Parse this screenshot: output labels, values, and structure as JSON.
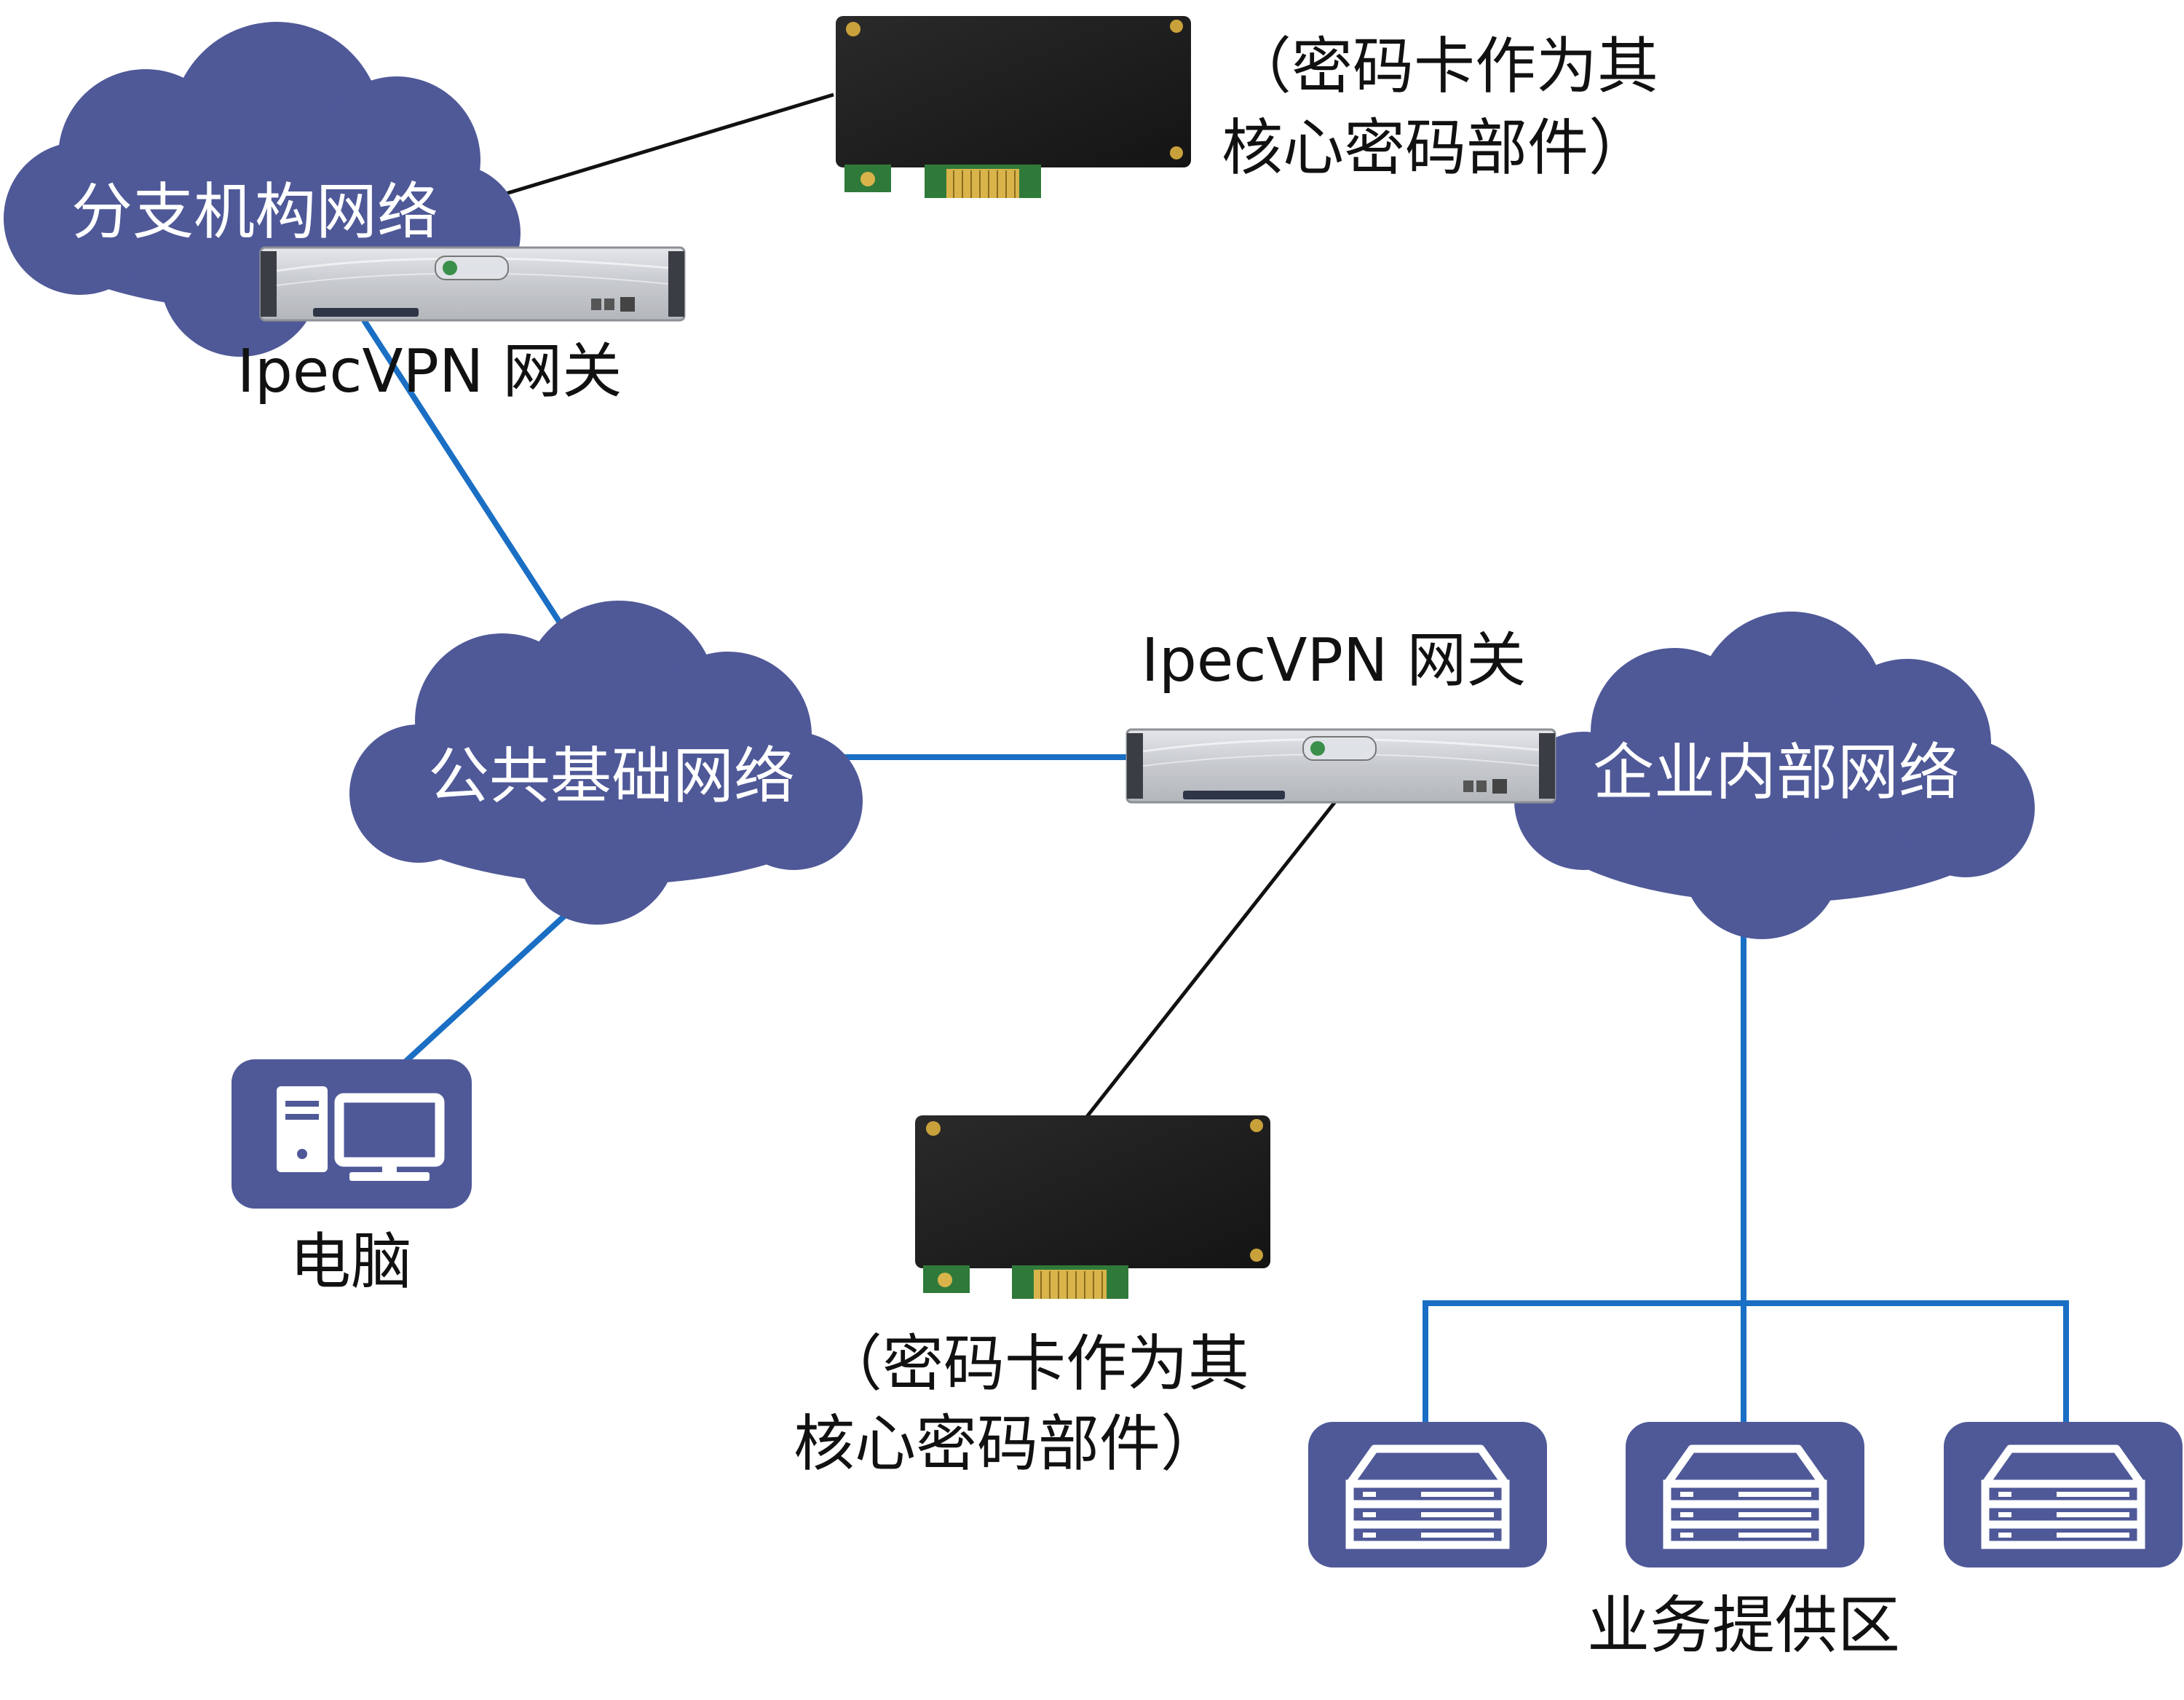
{
  "colors": {
    "cloud": "#4f5998",
    "link_blue": "#1a6fc4",
    "link_black": "#111111",
    "device_panel": "#c9ccd1",
    "card_body": "#1f1f1f",
    "card_pcb": "#2f7a3a",
    "card_gold": "#d9b44a"
  },
  "clouds": {
    "branch": "分支机构网络",
    "public": "公共基础网络",
    "enterprise": "企业内部网络"
  },
  "gateways": {
    "top_label": "IpecVPN 网关",
    "mid_label": "IpecVPN 网关"
  },
  "cards": {
    "top_caption_line1": "（密码卡作为其",
    "top_caption_line2": "核心密码部件）",
    "bottom_caption_line1": "（密码卡作为其",
    "bottom_caption_line2": "核心密码部件）"
  },
  "endpoints": {
    "pc_label": "电脑",
    "servers_label": "业务提供区"
  },
  "icons": [
    "cloud-icon",
    "gateway-appliance-icon",
    "crypto-card-icon",
    "computer-icon",
    "server-icon"
  ]
}
